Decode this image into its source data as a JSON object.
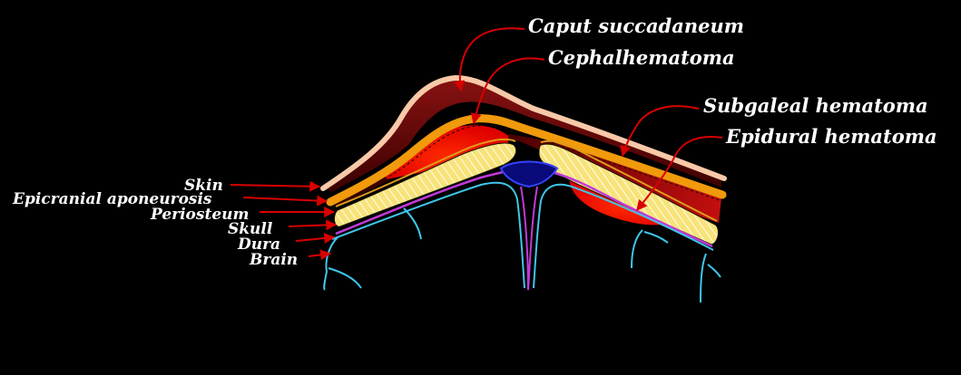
{
  "labels": {
    "caput": "Caput succadaneum",
    "cephal": "Cephalhematoma",
    "subgaleal": "Subgaleal hematoma",
    "epidural": "Epidural hematoma",
    "skin": "Skin",
    "aponeurosis": "Epicranial aponeurosis",
    "periosteum": "Periosteum",
    "skull": "Skull",
    "dura": "Dura",
    "brain": "Brain"
  },
  "colors": {
    "background": "#000000",
    "skin": "#f8c9a8",
    "aponeurosis": "#f09a0c",
    "skull": "#f7e37a",
    "periosteum_line": "#e09a1a",
    "dura": "#c13ad8",
    "brain": "#3fc6ea",
    "hematoma_dark": "#6a0a0a",
    "hematoma_bright": "#ff1a00",
    "pointer": "#d80000",
    "text": "#ffffff"
  }
}
